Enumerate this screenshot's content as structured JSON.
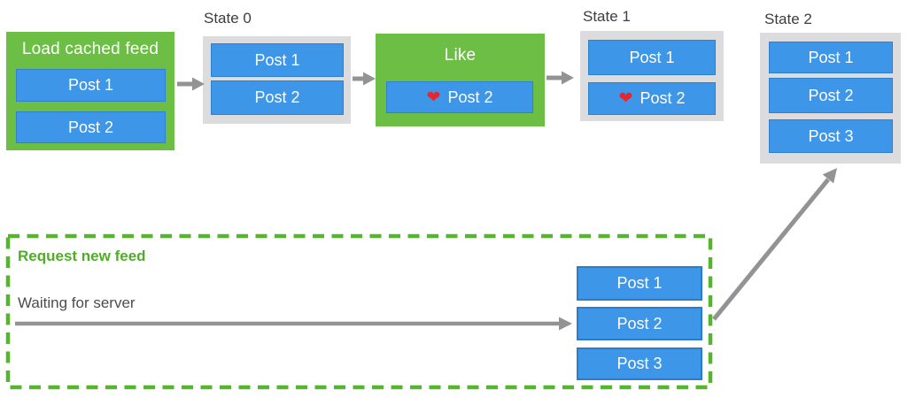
{
  "glyphs": {
    "heart": "❤"
  },
  "colors": {
    "green_box": "#6cbe45",
    "green_dashed_border": "#56b52e",
    "green_heading_text": "#4fae27",
    "blue_post": "#3d96e8",
    "blue_post_border": "#2b7dc9",
    "gray_state_box": "#dcdcde",
    "arrow_gray": "#939393",
    "heart_red": "#e8252b",
    "state_label_text": "#3d3d3f",
    "waiting_text": "#4c4c4e"
  },
  "load_cached_feed": {
    "title": "Load cached feed",
    "posts": [
      "Post 1",
      "Post 2"
    ]
  },
  "state0": {
    "label": "State 0",
    "posts": [
      "Post 1",
      "Post 2"
    ]
  },
  "like_action": {
    "title": "Like",
    "liked_post": "Post 2"
  },
  "state1": {
    "label": "State 1",
    "post1": "Post 1",
    "liked_post2": "Post 2"
  },
  "state2": {
    "label": "State 2",
    "posts": [
      "Post 1",
      "Post 2",
      "Post 3"
    ]
  },
  "request_new_feed": {
    "title": "Request new feed",
    "status": "Waiting for server",
    "posts": [
      "Post 1",
      "Post 2",
      "Post 3"
    ]
  }
}
